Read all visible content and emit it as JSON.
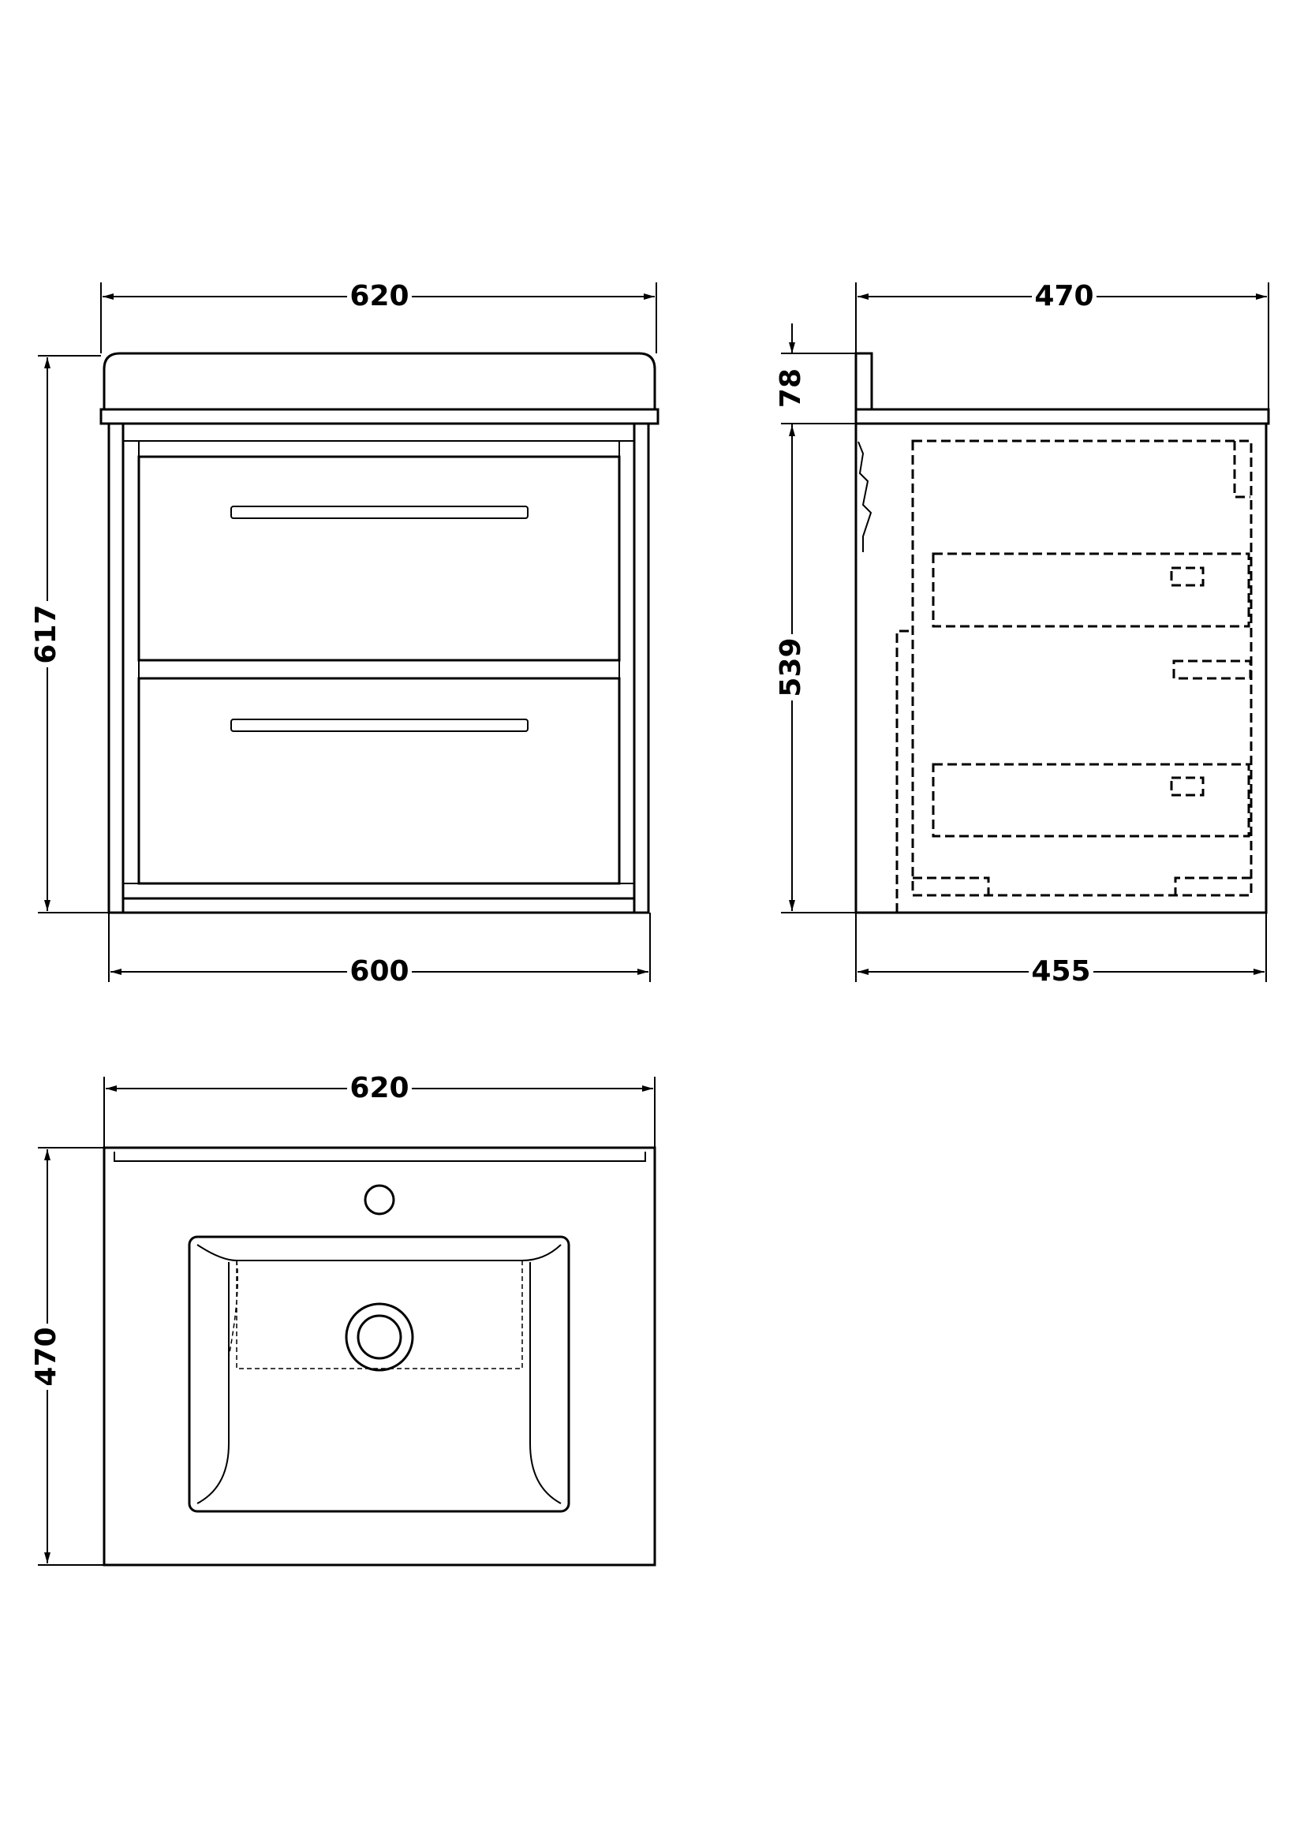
{
  "front_view": {
    "top_width": "620",
    "height": "617",
    "bottom_width": "600"
  },
  "side_view": {
    "top_depth": "470",
    "upstand_height": "78",
    "cabinet_height": "539",
    "bottom_depth": "455"
  },
  "plan_view": {
    "width": "620",
    "depth": "470"
  }
}
